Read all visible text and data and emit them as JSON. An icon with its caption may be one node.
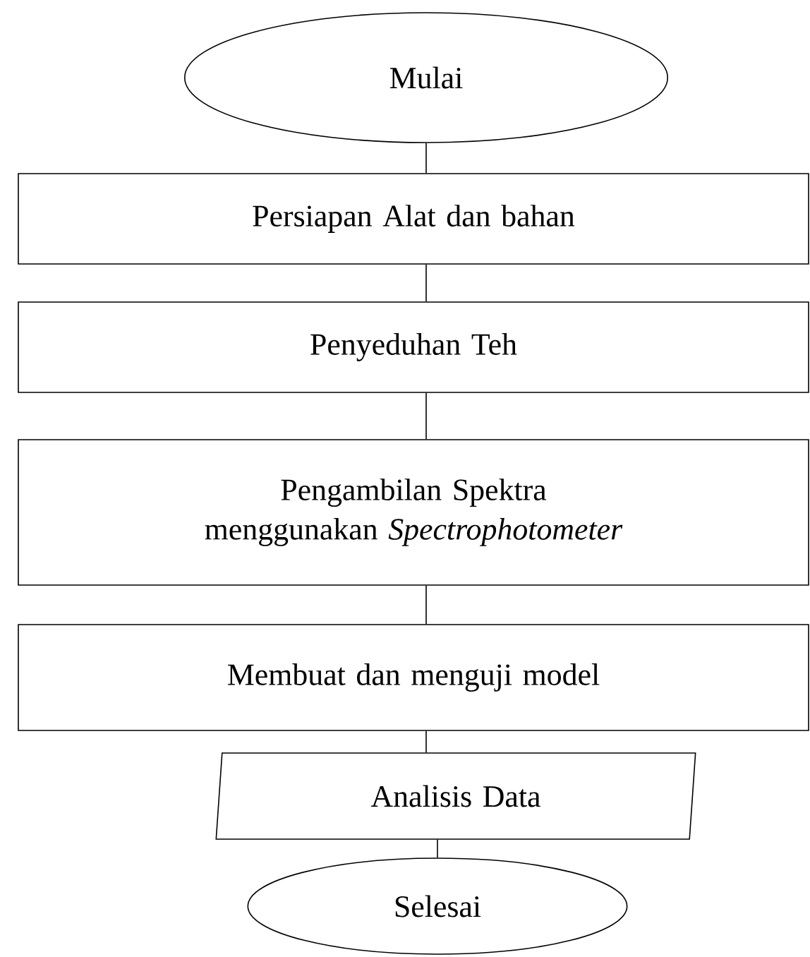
{
  "diagram": {
    "nodes": [
      {
        "text": [
          "Mulai"
        ]
      },
      {
        "text": [
          "Persiapan Alat dan bahan"
        ]
      },
      {
        "text": [
          "Penyeduhan Teh"
        ]
      },
      {
        "text": [
          "Pengambilan Spektra menggunakan *Spectrophotometer*"
        ]
      },
      {
        "text": [
          "Membuat dan menguji model"
        ]
      },
      {
        "text": [
          "Analisis Data"
        ]
      },
      {
        "text": [
          "Selesai"
        ]
      }
    ],
    "edges": [
      {
        "from": 0,
        "to": 1,
        "arrow": "none"
      },
      {
        "from": 1,
        "to": 2,
        "arrow": "none"
      },
      {
        "from": 2,
        "to": 3,
        "arrow": "none"
      },
      {
        "from": 3,
        "to": 4,
        "arrow": "none"
      },
      {
        "from": 4,
        "to": 5,
        "arrow": "none"
      },
      {
        "from": 5,
        "to": 6,
        "arrow": "none"
      }
    ]
  }
}
